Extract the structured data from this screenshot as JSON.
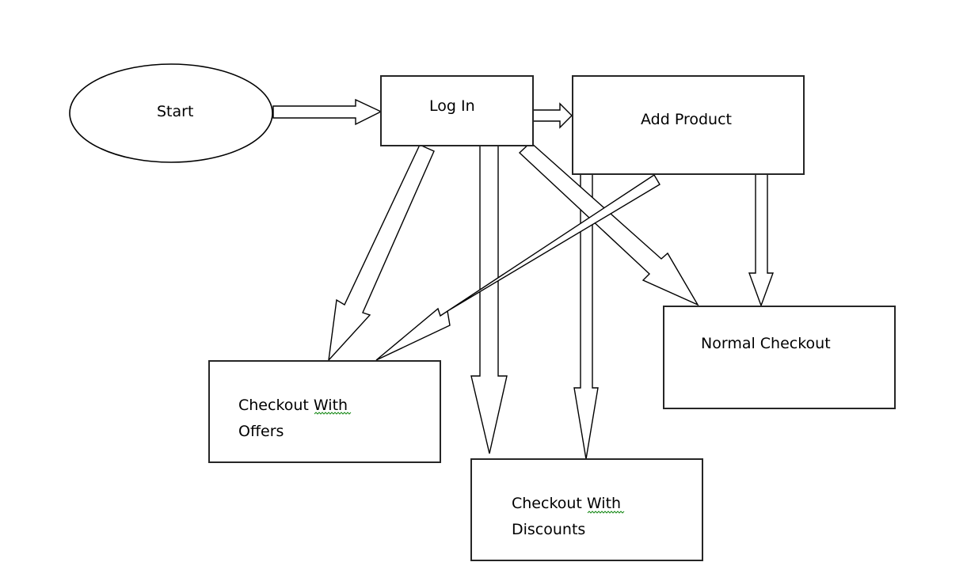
{
  "diagram": {
    "type": "flowchart",
    "nodes": [
      {
        "id": "start",
        "shape": "ellipse",
        "lines": [
          "Start"
        ]
      },
      {
        "id": "login",
        "shape": "rectangle",
        "lines": [
          "Log In"
        ]
      },
      {
        "id": "add_product",
        "shape": "rectangle",
        "lines": [
          "Add Product"
        ]
      },
      {
        "id": "checkout_offers",
        "shape": "rectangle",
        "lines": [
          "Checkout With",
          "Offers"
        ],
        "spellcheck_underlined_word": "With"
      },
      {
        "id": "checkout_discounts",
        "shape": "rectangle",
        "lines": [
          "Checkout With",
          "Discounts"
        ],
        "spellcheck_underlined_word": "With"
      },
      {
        "id": "normal_checkout",
        "shape": "rectangle",
        "lines": [
          "Normal Checkout"
        ]
      }
    ],
    "edges": [
      {
        "from": "start",
        "to": "login",
        "style": "block-arrow"
      },
      {
        "from": "login",
        "to": "add_product",
        "style": "block-arrow"
      },
      {
        "from": "login",
        "to": "checkout_offers",
        "style": "block-arrow"
      },
      {
        "from": "login",
        "to": "checkout_discounts",
        "style": "block-arrow"
      },
      {
        "from": "login",
        "to": "normal_checkout",
        "style": "block-arrow"
      },
      {
        "from": "add_product",
        "to": "checkout_offers",
        "style": "block-arrow"
      },
      {
        "from": "add_product",
        "to": "checkout_discounts",
        "style": "block-arrow"
      },
      {
        "from": "add_product",
        "to": "normal_checkout",
        "style": "block-arrow"
      }
    ],
    "colors": {
      "stroke": "#000000",
      "fill": "#ffffff",
      "spellcheck_underline": "#1a8a1a"
    }
  }
}
